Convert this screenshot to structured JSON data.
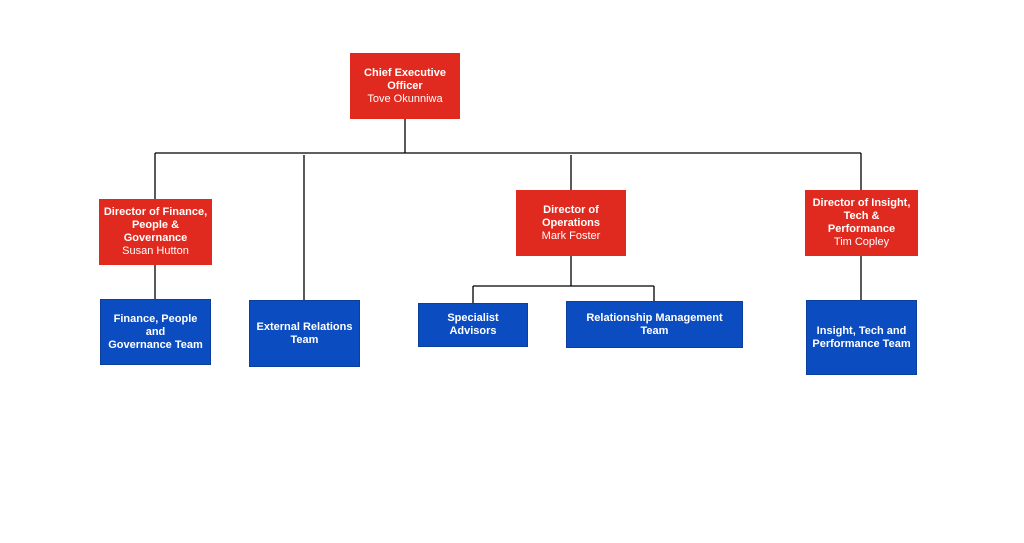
{
  "org_chart": {
    "ceo": {
      "title": "Chief Executive\nOfficer",
      "person": "Tove Okunniwa"
    },
    "directors": {
      "finance": {
        "title": "Director of Finance,\nPeople & Governance",
        "person": "Susan Hutton"
      },
      "operations": {
        "title": "Director of\nOperations",
        "person": "Mark Foster"
      },
      "insight": {
        "title": "Director of  Insight,\nTech & Performance",
        "person": "Tim Copley"
      }
    },
    "teams": {
      "finance": "Finance, People and\nGovernance Team",
      "external": "External Relations\nTeam",
      "specialist": "Specialist\nAdvisors",
      "relationship": "Relationship Management\nTeam",
      "insight": "Insight, Tech and\nPerformance Team"
    }
  },
  "colors": {
    "director_fill": "#e02a1f",
    "team_fill": "#0b4cc0",
    "connector": "#000000",
    "text": "#ffffff"
  }
}
